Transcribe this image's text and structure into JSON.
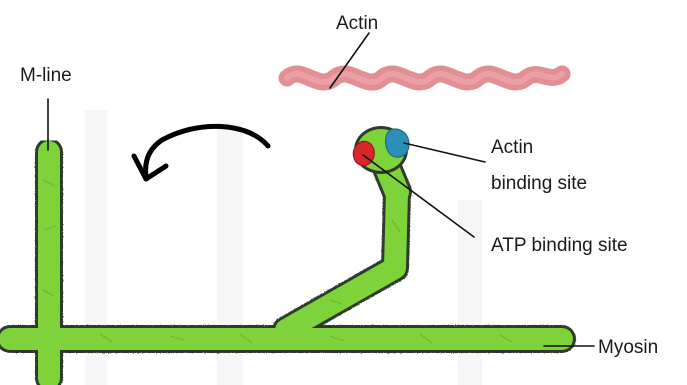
{
  "labels": {
    "actin": "Actin",
    "m_line": "M-line",
    "actin_binding_line1": "Actin",
    "actin_binding_line2": "binding site",
    "atp_binding_site": "ATP binding site",
    "myosin": "Myosin"
  },
  "colors": {
    "myosin_fill": "#7ed23a",
    "myosin_outline": "#2e3a2a",
    "actin_strand": "#de7a82",
    "actin_site": "#2b8fb8",
    "atp_site": "#d9262b",
    "arrow": "#000000",
    "leader_lines": "#111111"
  },
  "icons": {
    "motion_arrow": "curved-arrow-icon"
  }
}
